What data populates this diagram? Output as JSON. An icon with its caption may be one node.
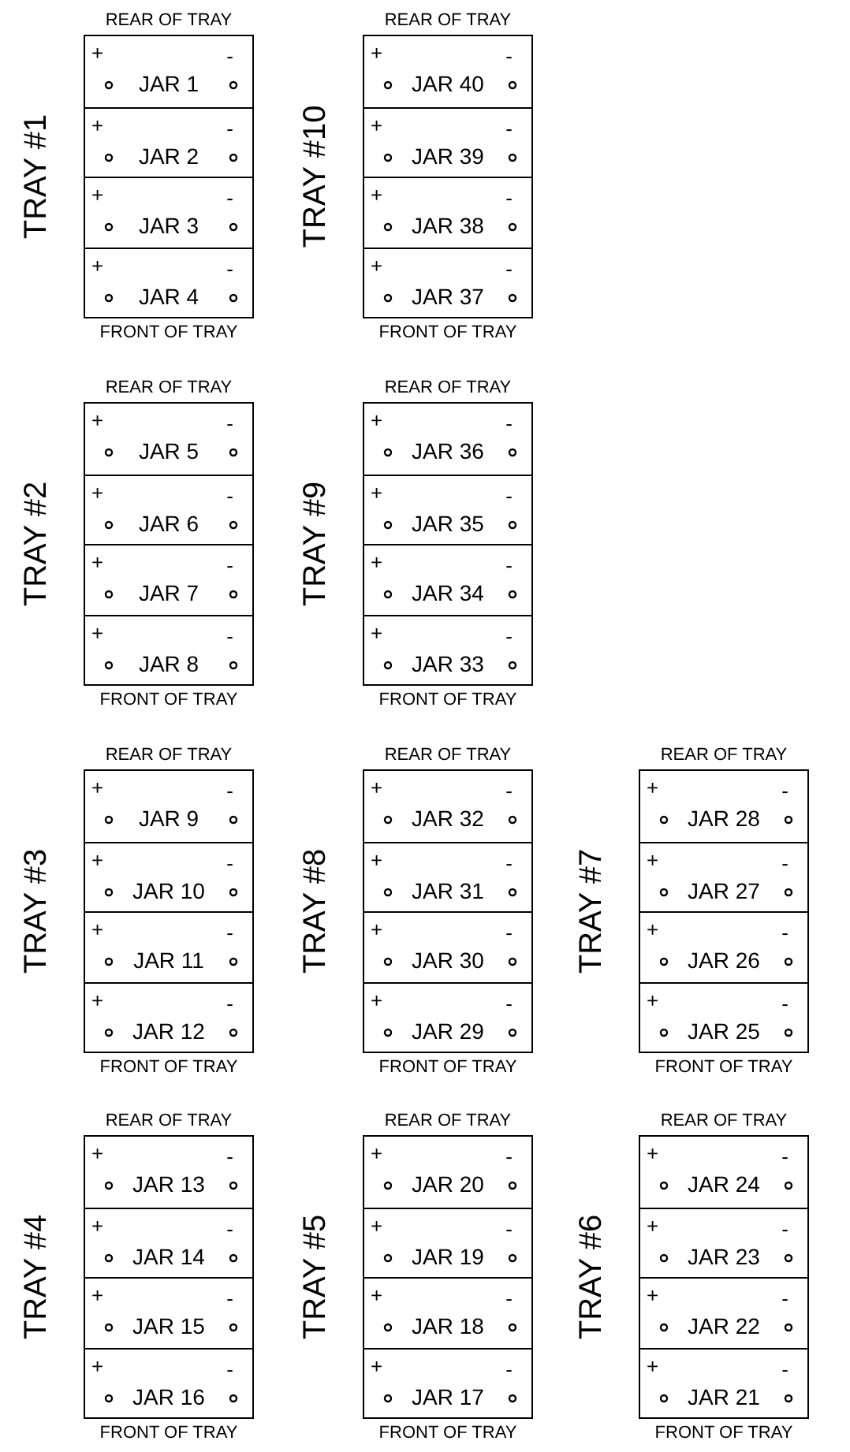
{
  "diagram": {
    "nodes": [
      {
        "text": [
          "TRAY #1"
        ],
        "beside": [
          "REAR OF TRAY",
          "FRONT OF TRAY"
        ]
      },
      {
        "text": [
          "+",
          "-",
          "JAR 1"
        ],
        "in": 0
      },
      {
        "text": [
          "+",
          "-",
          "JAR 2"
        ],
        "in": 0
      },
      {
        "text": [
          "+",
          "-",
          "JAR 3"
        ],
        "in": 0
      },
      {
        "text": [
          "+",
          "-",
          "JAR 4"
        ],
        "in": 0
      },
      {
        "text": [
          "TRAY #10"
        ],
        "beside": [
          "REAR OF TRAY",
          "FRONT OF TRAY"
        ]
      },
      {
        "text": [
          "+",
          "-",
          "JAR 40"
        ],
        "in": 5
      },
      {
        "text": [
          "+",
          "-",
          "JAR 39"
        ],
        "in": 5
      },
      {
        "text": [
          "+",
          "-",
          "JAR 38"
        ],
        "in": 5
      },
      {
        "text": [
          "+",
          "-",
          "JAR 37"
        ],
        "in": 5
      },
      {
        "text": [
          "TRAY #2"
        ],
        "beside": [
          "REAR OF TRAY",
          "FRONT OF TRAY"
        ]
      },
      {
        "text": [
          "+",
          "-",
          "JAR 5"
        ],
        "in": 10
      },
      {
        "text": [
          "+",
          "-",
          "JAR 6"
        ],
        "in": 10
      },
      {
        "text": [
          "+",
          "-",
          "JAR 7"
        ],
        "in": 10
      },
      {
        "text": [
          "+",
          "-",
          "JAR 8"
        ],
        "in": 10
      },
      {
        "text": [
          "TRAY #9"
        ],
        "beside": [
          "REAR OF TRAY",
          "FRONT OF TRAY"
        ]
      },
      {
        "text": [
          "+",
          "-",
          "JAR 36"
        ],
        "in": 15
      },
      {
        "text": [
          "+",
          "-",
          "JAR 35"
        ],
        "in": 15
      },
      {
        "text": [
          "+",
          "-",
          "JAR 34"
        ],
        "in": 15
      },
      {
        "text": [
          "+",
          "-",
          "JAR 33"
        ],
        "in": 15
      },
      {
        "text": [
          "TRAY #3"
        ],
        "beside": [
          "REAR OF TRAY",
          "FRONT OF TRAY"
        ]
      },
      {
        "text": [
          "+",
          "-",
          "JAR 9"
        ],
        "in": 20
      },
      {
        "text": [
          "+",
          "-",
          "JAR 10"
        ],
        "in": 20
      },
      {
        "text": [
          "+",
          "-",
          "JAR 11"
        ],
        "in": 20
      },
      {
        "text": [
          "+",
          "-",
          "JAR 12"
        ],
        "in": 20
      },
      {
        "text": [
          "TRAY #8"
        ],
        "beside": [
          "REAR OF TRAY",
          "FRONT OF TRAY"
        ]
      },
      {
        "text": [
          "+",
          "-",
          "JAR 32"
        ],
        "in": 25
      },
      {
        "text": [
          "+",
          "-",
          "JAR 31"
        ],
        "in": 25
      },
      {
        "text": [
          "+",
          "-",
          "JAR 30"
        ],
        "in": 25
      },
      {
        "text": [
          "+",
          "-",
          "JAR 29"
        ],
        "in": 25
      },
      {
        "text": [
          "TRAY #7"
        ],
        "beside": [
          "REAR OF TRAY",
          "FRONT OF TRAY"
        ]
      },
      {
        "text": [
          "+",
          "-",
          "JAR 28"
        ],
        "in": 30
      },
      {
        "text": [
          "+",
          "-",
          "JAR 27"
        ],
        "in": 30
      },
      {
        "text": [
          "+",
          "-",
          "JAR 26"
        ],
        "in": 30
      },
      {
        "text": [
          "+",
          "-",
          "JAR 25"
        ],
        "in": 30
      },
      {
        "text": [
          "TRAY #4"
        ],
        "beside": [
          "REAR OF TRAY",
          "FRONT OF TRAY"
        ]
      },
      {
        "text": [
          "+",
          "-",
          "JAR 13"
        ],
        "in": 35
      },
      {
        "text": [
          "+",
          "-",
          "JAR 14"
        ],
        "in": 35
      },
      {
        "text": [
          "+",
          "-",
          "JAR 15"
        ],
        "in": 35
      },
      {
        "text": [
          "+",
          "-",
          "JAR 16"
        ],
        "in": 35
      },
      {
        "text": [
          "TRAY #5"
        ],
        "beside": [
          "REAR OF TRAY",
          "FRONT OF TRAY"
        ]
      },
      {
        "text": [
          "+",
          "-",
          "JAR 20"
        ],
        "in": 40
      },
      {
        "text": [
          "+",
          "-",
          "JAR 19"
        ],
        "in": 40
      },
      {
        "text": [
          "+",
          "-",
          "JAR 18"
        ],
        "in": 40
      },
      {
        "text": [
          "+",
          "-",
          "JAR 17"
        ],
        "in": 40
      },
      {
        "text": [
          "TRAY #6"
        ],
        "beside": [
          "REAR OF TRAY",
          "FRONT OF TRAY"
        ]
      },
      {
        "text": [
          "+",
          "-",
          "JAR 24"
        ],
        "in": 45
      },
      {
        "text": [
          "+",
          "-",
          "JAR 23"
        ],
        "in": 45
      },
      {
        "text": [
          "+",
          "-",
          "JAR 22"
        ],
        "in": 45
      },
      {
        "text": [
          "+",
          "-",
          "JAR 21"
        ],
        "in": 45
      }
    ]
  }
}
